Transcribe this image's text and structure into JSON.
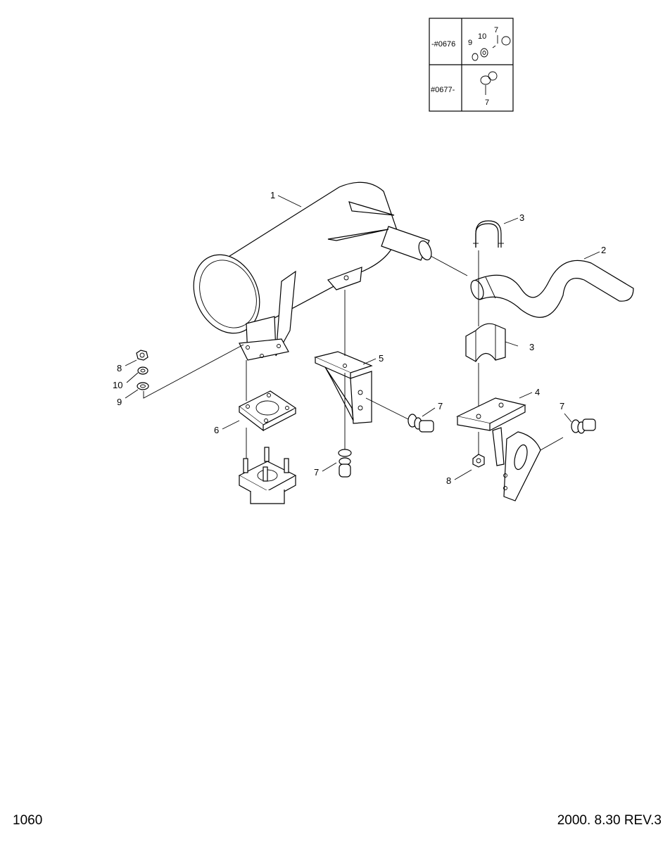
{
  "inset": {
    "rows": [
      {
        "serial_label": "-#0676",
        "part_labels": [
          "9",
          "10",
          "7"
        ]
      },
      {
        "serial_label": "#0677-",
        "part_labels": [
          "7"
        ]
      }
    ]
  },
  "callouts": {
    "muffler": "1",
    "tail_pipe": "2",
    "u_bolt": "3",
    "saddle_clamp": "3",
    "tail_pipe_bracket": "4",
    "muffler_bracket": "5",
    "gasket": "6",
    "bolt_muffler_bracket": "7",
    "bolt_bracket_left": "7",
    "bolt_bracket_right": "7",
    "nut_flange": "8",
    "lock_washer": "10",
    "flat_washer": "9",
    "nut_clamp": "8"
  },
  "footer": {
    "page_number": "1060",
    "revision": "2000. 8.30  REV.3"
  }
}
